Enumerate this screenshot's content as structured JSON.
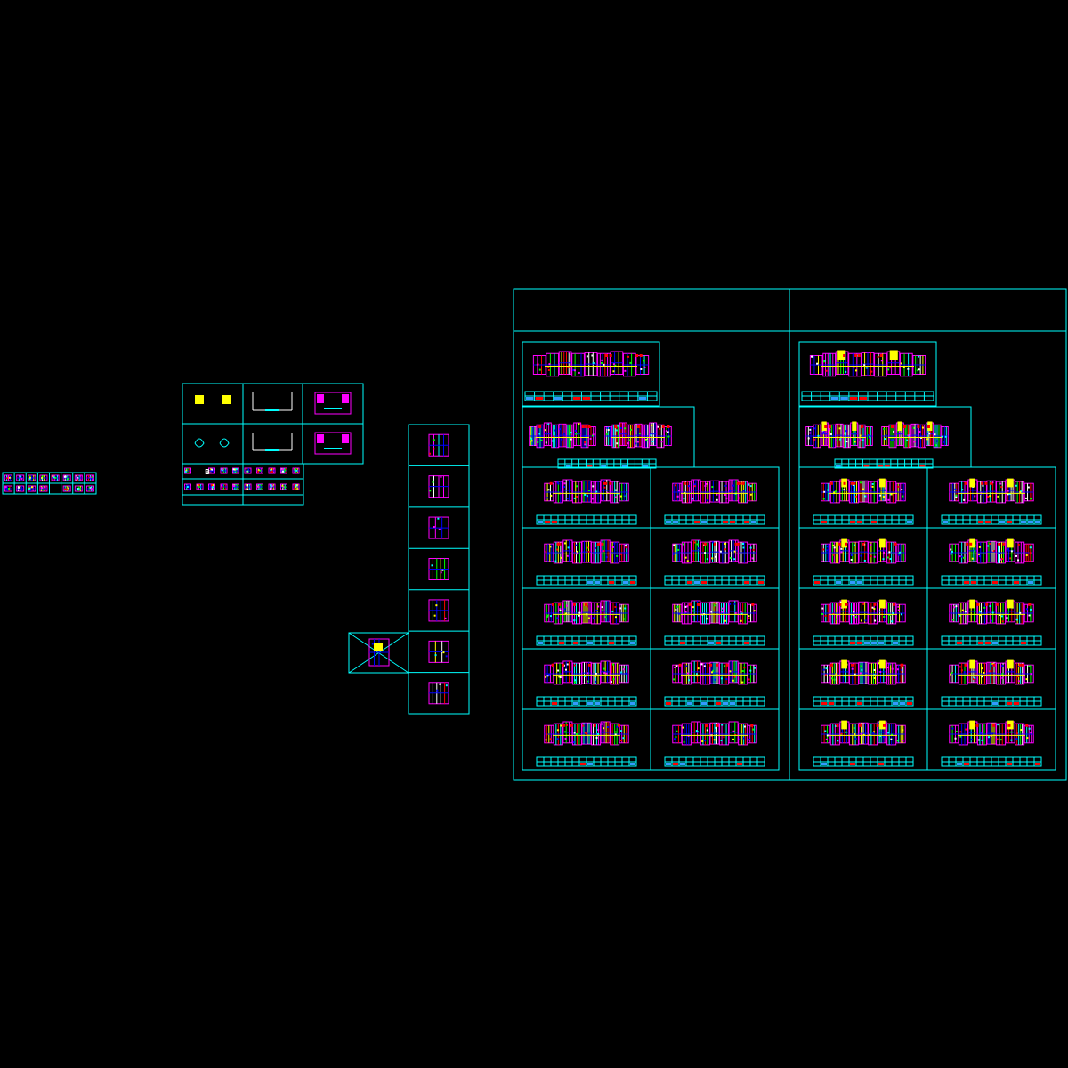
{
  "drawing": {
    "background": "#000000",
    "line_color": "#00ffff",
    "palette": [
      "#ff00ff",
      "#0000ff",
      "#ffff00",
      "#00ffff",
      "#ff0000",
      "#ffffff",
      "#00ff00"
    ],
    "legend_block": {
      "rows": 2,
      "cols": 8
    },
    "unit_detail_block": {
      "rows": 2,
      "cols": 3,
      "caption_rows": 2,
      "caption_cols": 10,
      "label": "B"
    },
    "unit_type_strip": {
      "count": 7
    },
    "sheets": [
      {
        "name": "left-sheet",
        "top_plans": 2,
        "grid_rows": 5,
        "grid_cols": 2
      },
      {
        "name": "right-sheet",
        "top_plans": 2,
        "grid_rows": 5,
        "grid_cols": 2
      }
    ]
  }
}
